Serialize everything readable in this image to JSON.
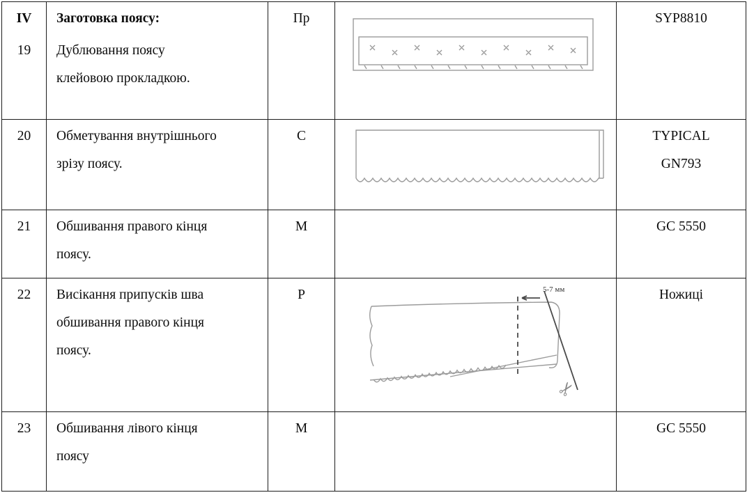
{
  "table": {
    "rows": [
      {
        "stage": "IV",
        "num": "19",
        "title": "Заготовка поясу:",
        "desc": [
          "Дублювання поясу",
          "клейовою прокладкою."
        ],
        "type": "Пр",
        "equipment": [
          "SYP8810"
        ]
      },
      {
        "num": "20",
        "desc": [
          "Обметування внутрішнього",
          "зрізу поясу."
        ],
        "type": "С",
        "equipment": [
          "TYPICAL",
          "GN793"
        ]
      },
      {
        "num": "21",
        "desc": [
          "Обшивання правого кінця",
          "поясу."
        ],
        "type": "М",
        "equipment": [
          "GC 5550"
        ]
      },
      {
        "num": "22",
        "desc": [
          "Висікання припусків шва",
          "обшивання правого кінця",
          "поясу."
        ],
        "type": "Р",
        "diagram_label": "5-7 мм",
        "equipment": [
          "Ножиці"
        ]
      },
      {
        "num": "23",
        "desc": [
          "Обшивання лівого кінця",
          "поясу"
        ],
        "type": "М",
        "equipment": [
          "GC 5550"
        ]
      }
    ]
  },
  "icons": {
    "scissors": "✂"
  },
  "colors": {
    "border": "#1c1c1c",
    "sketch": "#9b9b9b",
    "sketch_dark": "#4a4a4a",
    "text": "#0d0d0d"
  }
}
